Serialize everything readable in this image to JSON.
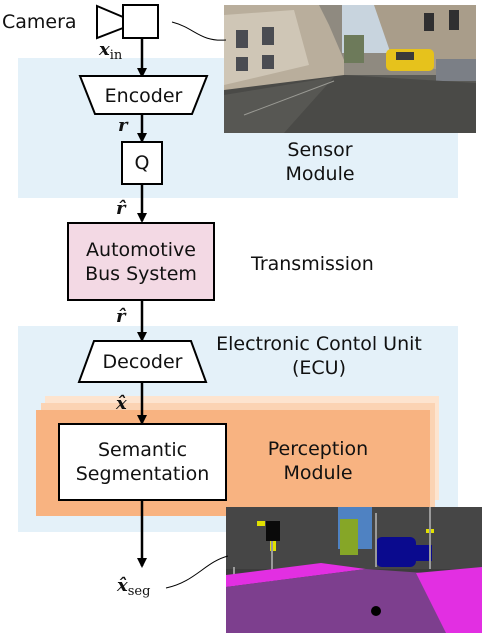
{
  "camera": {
    "label": "Camera",
    "icon": "camera-icon"
  },
  "signals": {
    "x_in": "x",
    "x_in_sub": "in",
    "r": "r",
    "r_hat_1": "r̂",
    "r_hat_2": "r̂",
    "x_hat": "x̂",
    "x_seg": "x̂",
    "x_seg_sub": "seg"
  },
  "blocks": {
    "encoder": "Encoder",
    "quantizer": "Q",
    "bus_line1": "Automotive",
    "bus_line2": "Bus System",
    "decoder": "Decoder",
    "seg_line1": "Semantic",
    "seg_line2": "Segmentation"
  },
  "regions": {
    "sensor_line1": "Sensor",
    "sensor_line2": "Module",
    "transmission": "Transmission",
    "ecu_line1": "Electronic Contol Unit",
    "ecu_line2": "(ECU)",
    "perception_line1": "Perception",
    "perception_line2": "Module"
  },
  "colors": {
    "module_bg": "#e4f1f9",
    "bus_fill": "#f3d9e4",
    "perception_fill": "#f8b381",
    "perception_shadow": "#fbd3b3",
    "arrow": "#000000"
  }
}
